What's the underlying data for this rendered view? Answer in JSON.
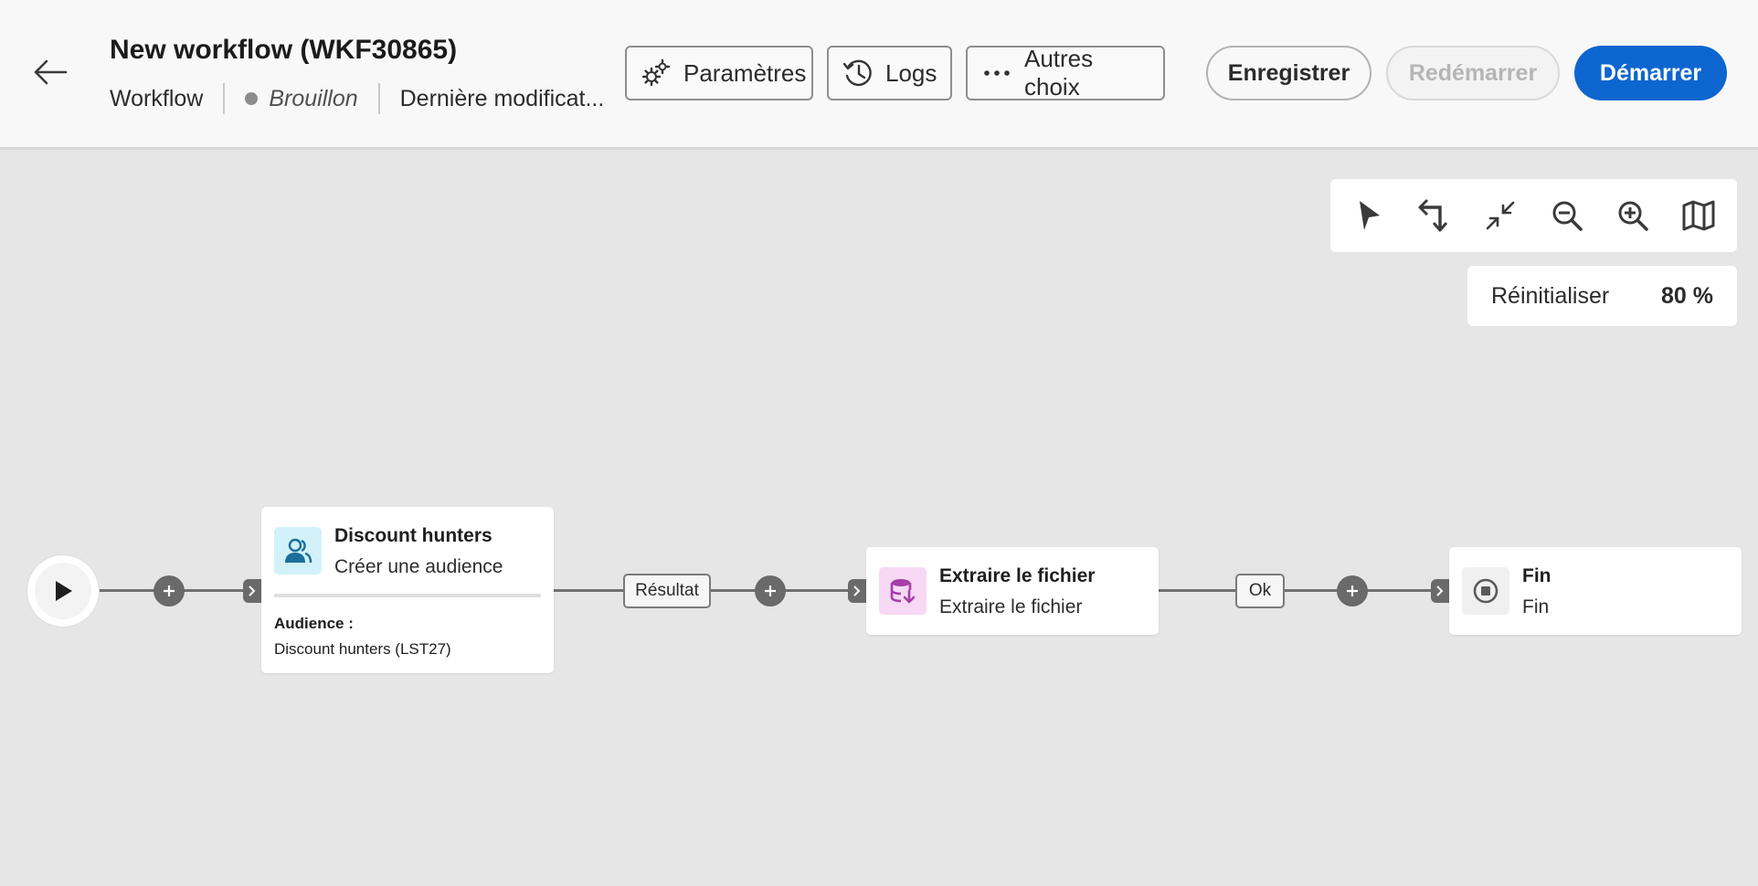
{
  "header": {
    "title": "New workflow (WKF30865)",
    "type": "Workflow",
    "status": "Brouillon",
    "last_modified": "Dernière modificat...",
    "buttons": {
      "settings": "Paramètres",
      "logs": "Logs",
      "more": "Autres choix",
      "save": "Enregistrer",
      "restart": "Redémarrer",
      "start": "Démarrer"
    }
  },
  "canvas_tools": {
    "icons": [
      "select-icon",
      "reroute-icon",
      "collapse-icon",
      "zoom-out-icon",
      "zoom-in-icon",
      "map-icon"
    ],
    "reset_label": "Réinitialiser",
    "zoom": "80 %"
  },
  "flow": {
    "nodes": [
      {
        "title": "Discount hunters",
        "subtitle": "Créer une audience",
        "param_label": "Audience :",
        "param_value": "Discount hunters (LST27)",
        "icon": "audience-icon"
      },
      {
        "title": "Extraire le fichier",
        "subtitle": "Extraire le fichier",
        "icon": "extract-file-icon"
      },
      {
        "title": "Fin",
        "subtitle": "Fin",
        "icon": "stop-icon"
      }
    ],
    "transitions": [
      "Résultat",
      "Ok"
    ]
  },
  "colors": {
    "primary": "#0d66d0",
    "canvas": "#e6e6e6",
    "audience_icon_bg": "#d2f1f9",
    "extract_icon_bg": "#f7d8f5",
    "connector": "#6a6a6a"
  }
}
